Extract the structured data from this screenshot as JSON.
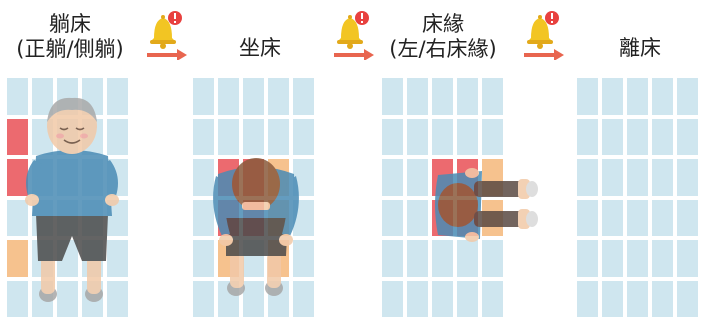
{
  "stages": [
    {
      "label_line1": "躺床",
      "label_line2": "(正躺/側躺)"
    },
    {
      "label_line1": "坐床",
      "label_line2": ""
    },
    {
      "label_line1": "床緣",
      "label_line2": "(左/右床緣)"
    },
    {
      "label_line1": "離床",
      "label_line2": ""
    }
  ],
  "icons": {
    "notifier": "bell-with-alert-badge",
    "transition": "right-arrow"
  },
  "colors": {
    "grid_cell": "#cfe6ef",
    "sensor_high": "#ec6a6f",
    "sensor_low": "#f6c28e",
    "bell": "#f2c523",
    "alert_badge": "#e8413f",
    "arrow": "#e8654f",
    "shirt": "#4a8bb5",
    "pants": "#4a4a4a",
    "skin": "#f2c9a8",
    "hair": "#8a5a3c"
  }
}
